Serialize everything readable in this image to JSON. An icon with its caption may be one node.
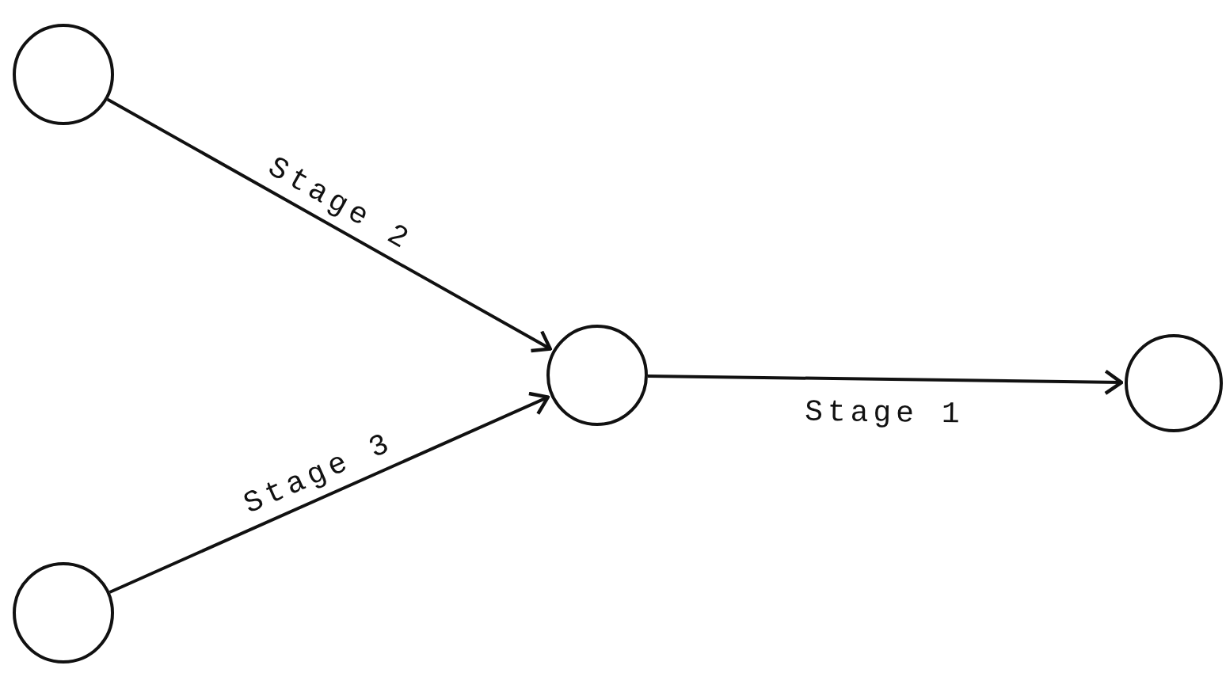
{
  "diagram": {
    "nodes": [
      {
        "text": [],
        "shape": "circle"
      },
      {
        "text": [],
        "shape": "circle"
      },
      {
        "text": [],
        "shape": "circle"
      },
      {
        "text": [],
        "shape": "circle"
      }
    ],
    "edges": [
      {
        "from": 0,
        "to": 1,
        "arrow": "to",
        "label": "Stage 2"
      },
      {
        "from": 3,
        "to": 1,
        "arrow": "to",
        "label": "Stage 3"
      },
      {
        "from": 1,
        "to": 2,
        "arrow": "to",
        "label": "Stage 1"
      }
    ]
  }
}
